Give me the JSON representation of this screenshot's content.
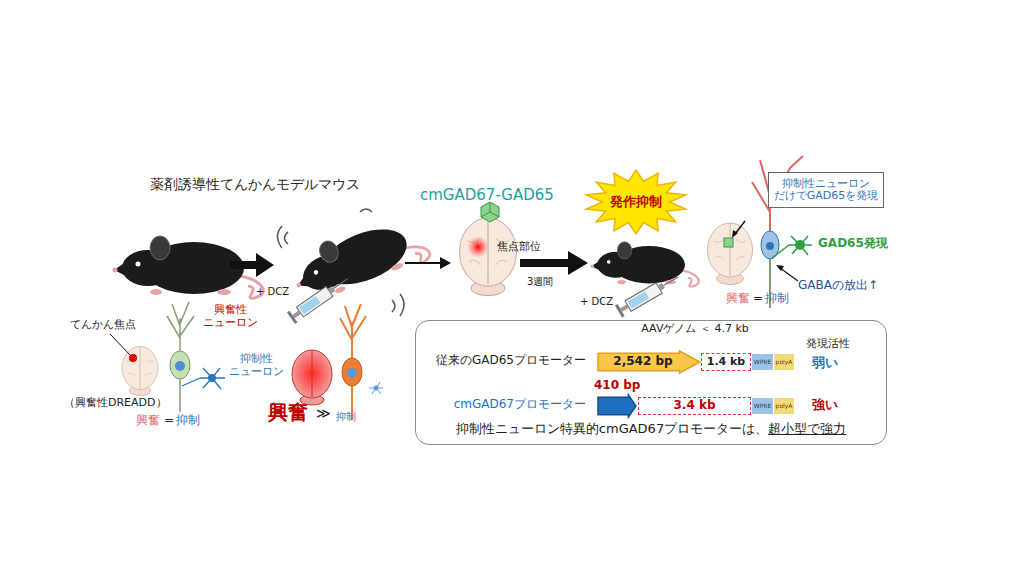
{
  "diagram": {
    "nodes": [
      {
        "text": [
          "抑制性ニューロン特異的cmGAD67プロモーターは、",
          "超小型で強力"
        ]
      },
      {
        "text": [
          "2,542 bp"
        ],
        "in": 0
      },
      {
        "text": [
          "1.4 kb"
        ],
        "in": 0
      },
      {
        "text": [
          "WPRE"
        ],
        "in": 0
      },
      {
        "text": [
          "polyA"
        ],
        "in": 0
      },
      {
        "text": [
          "410 bp"
        ],
        "in": 0
      },
      {
        "text": [
          "3.4 kb"
        ],
        "in": 0
      },
      {
        "text": [
          "WPRE"
        ],
        "in": 0
      },
      {
        "text": [
          "polyA"
        ],
        "in": 0
      },
      {
        "text": [
          "抑制性ニューロン だけでGAD65を発現"
        ]
      },
      {
        "text": [
          "発作抑制"
        ]
      }
    ],
    "labels": [
      "薬剤誘導性てんかんモデルマウス",
      "+ DCZ",
      "てんかん焦点",
      "興奮性 ニューロン",
      "抑制性 ニューロン",
      "（興奮性DREADD）",
      "興奮",
      "=",
      "抑制",
      "興奮",
      "≫",
      "抑制",
      "cmGAD67-GAD65",
      "焦点部位",
      "3週間",
      "+ DCZ",
      "GAD65発現",
      "GABAの放出↑",
      "興奮",
      "=",
      "抑制",
      "AAVゲノム ＜ 4.7 kb",
      "発現活性",
      "従来のGAD65プロモーター",
      "弱い",
      "cmGAD67プロモーター",
      "強い"
    ]
  }
}
